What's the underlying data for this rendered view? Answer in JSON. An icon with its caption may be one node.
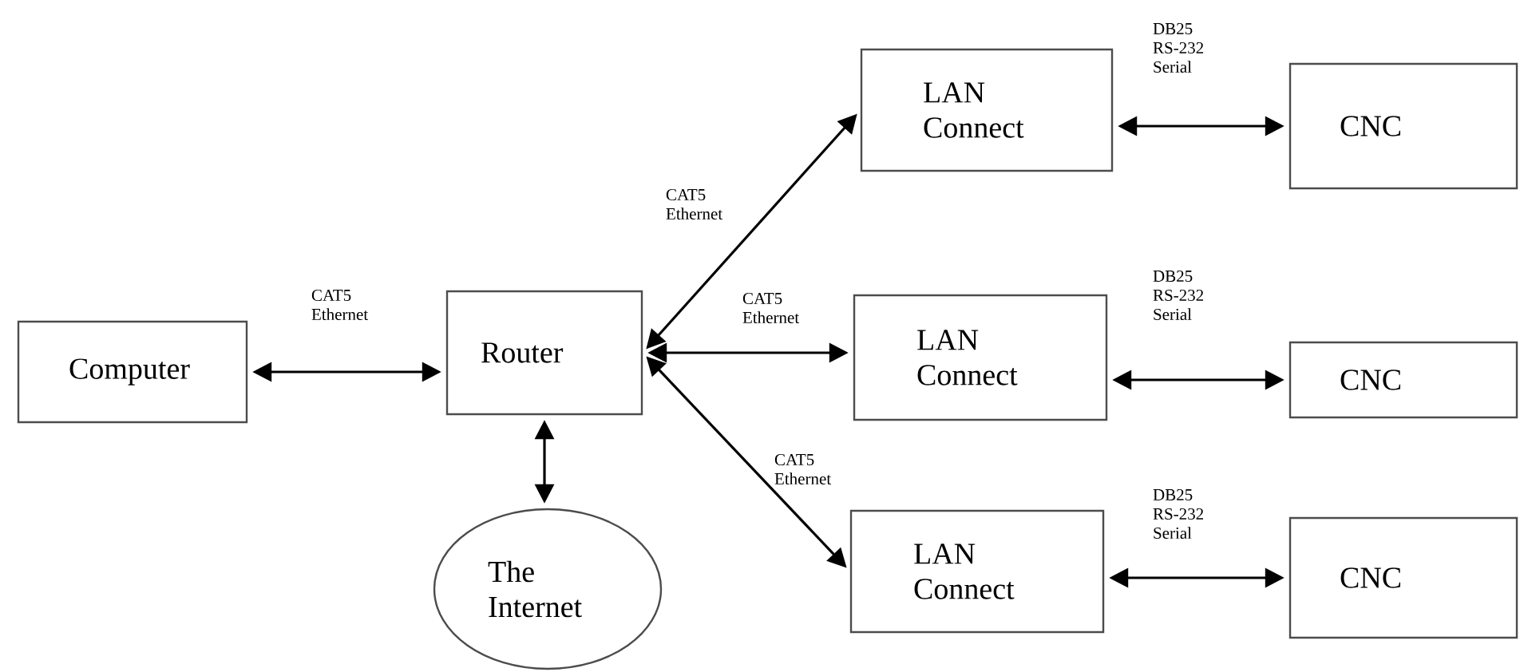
{
  "diagram": {
    "nodes": [
      {
        "text": [
          "Computer"
        ]
      },
      {
        "text": [
          "Router"
        ]
      },
      {
        "text": [
          "The Internet"
        ]
      },
      {
        "text": [
          "LAN Connect"
        ]
      },
      {
        "text": [
          "CNC"
        ]
      },
      {
        "text": [
          "LAN Connect"
        ]
      },
      {
        "text": [
          "CNC"
        ]
      },
      {
        "text": [
          "LAN Connect"
        ]
      },
      {
        "text": [
          "CNC"
        ]
      }
    ],
    "edges": [
      {
        "from": 0,
        "to": 1,
        "arrow": "both",
        "label": "CAT5 Ethernet"
      },
      {
        "from": 1,
        "to": 2,
        "arrow": "both"
      },
      {
        "from": 1,
        "to": 3,
        "arrow": "both",
        "label": "CAT5 Ethernet"
      },
      {
        "from": 1,
        "to": 5,
        "arrow": "both",
        "label": "CAT5 Ethernet"
      },
      {
        "from": 1,
        "to": 7,
        "arrow": "both",
        "label": "CAT5 Ethernet"
      },
      {
        "from": 3,
        "to": 4,
        "arrow": "both",
        "label": "DB25 RS-232 Serial"
      },
      {
        "from": 5,
        "to": 6,
        "arrow": "both",
        "label": "DB25 RS-232 Serial"
      },
      {
        "from": 7,
        "to": 8,
        "arrow": "both",
        "label": "DB25 RS-232 Serial"
      }
    ]
  }
}
